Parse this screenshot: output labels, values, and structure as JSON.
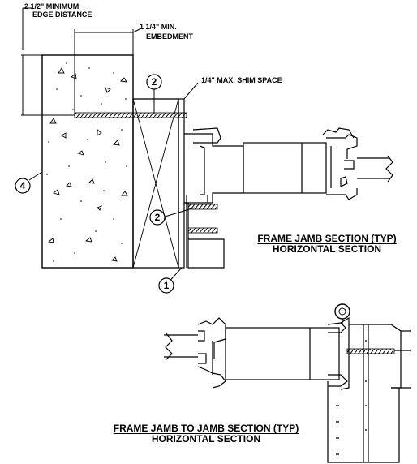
{
  "notes": {
    "edge_distance_line1": "2 1/2\" MINIMUM",
    "edge_distance_line2": "EDGE DISTANCE",
    "embedment_line1": "1 1/4\" MIN.",
    "embedment_line2": "EMBEDMENT",
    "shim_space": "1/4\" MAX. SHIM SPACE"
  },
  "callouts": [
    "1",
    "2",
    "2",
    "4"
  ],
  "titles": {
    "jamb_section": "FRAME JAMB SECTION (TYP)",
    "jamb_section_sub": "HORIZONTAL SECTION",
    "jamb_to_jamb": "FRAME JAMB TO JAMB SECTION (TYP)",
    "jamb_to_jamb_sub": "HORIZONTAL SECTION"
  }
}
